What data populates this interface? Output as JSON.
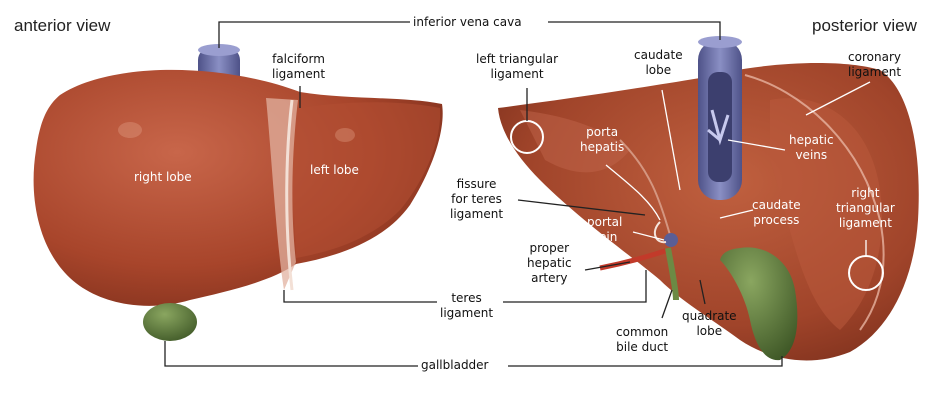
{
  "titles": {
    "anterior": "anterior view",
    "posterior": "posterior view"
  },
  "labels": {
    "inferior_vena_cava": "inferior vena cava",
    "falciform_ligament": "falciform\nligament",
    "left_triangular_ligament": "left triangular\nligament",
    "caudate_lobe": "caudate\nlobe",
    "coronary_ligament": "coronary\nligament",
    "right_lobe": "right lobe",
    "left_lobe": "left lobe",
    "porta_hepatis": "porta\nhepatis",
    "hepatic_veins": "hepatic\nveins",
    "fissure_for_teres_ligament": "fissure\nfor teres\nligament",
    "caudate_process": "caudate\nprocess",
    "right_triangular_ligament": "right\ntriangular\nligament",
    "portal_vein": "portal\nvein",
    "proper_hepatic_artery": "proper\nhepatic\nartery",
    "teres_ligament": "teres\nligament",
    "common_bile_duct": "common\nbile duct",
    "quadrate_lobe": "quadrate\nlobe",
    "gallbladder": "gallbladder"
  },
  "colors": {
    "liver": "#a8452b",
    "liver_dark": "#7a2d1a",
    "vena_cava": "#6f73a6",
    "gallbladder": "#5b7a3a",
    "leader_line": "#222222"
  }
}
